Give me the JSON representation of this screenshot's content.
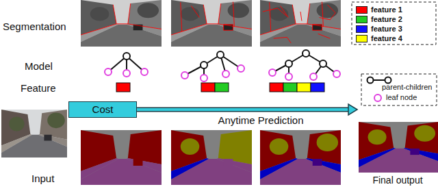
{
  "diagram": {
    "nodes": [
      {
        "text": [
          "Cost"
        ]
      },
      {
        "text": [
          "Final output"
        ]
      }
    ],
    "edges": [
      {
        "from": 0,
        "to": 1,
        "arrow": "to",
        "label": "Anytime Prediction"
      }
    ],
    "labels": [
      "Segmentation",
      "Model",
      "Feature",
      "Input"
    ],
    "legend": [
      {
        "text": "feature 1",
        "color": "#ff0000"
      },
      {
        "text": "feature 2",
        "color": "#22cc22"
      },
      {
        "text": "feature 3",
        "color": "#1010ff"
      },
      {
        "text": "feature 4",
        "color": "#ffff00"
      },
      {
        "text": "parent-children"
      },
      {
        "text": "leaf node"
      }
    ]
  }
}
